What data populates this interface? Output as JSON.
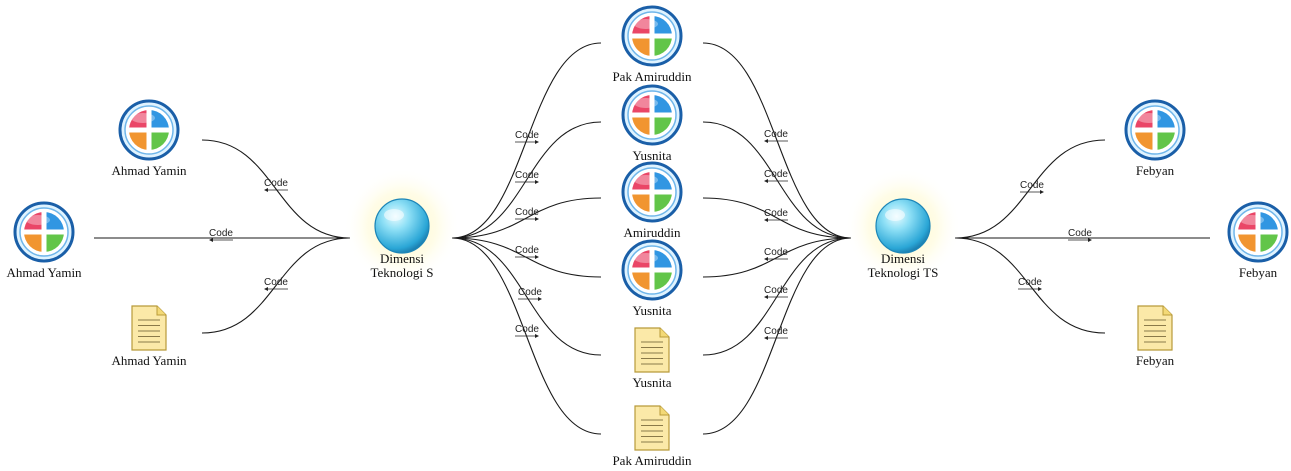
{
  "edge_label": "Code",
  "colors": {
    "hub_fill": "#5cc8ea",
    "hub_glow": "#fff7b0",
    "case_red": "#e8365a",
    "case_blue": "#1f8de0",
    "case_green": "#55c03a",
    "case_orange": "#f08c1e",
    "case_ring": "#1a5fa8",
    "doc_fill": "#fbe9a8",
    "doc_line": "#b89a3a"
  },
  "hubs": [
    {
      "id": "hub-s",
      "label_line1": "Dimensi",
      "label_line2": "Teknologi S"
    },
    {
      "id": "hub-ts",
      "label_line1": "Dimensi",
      "label_line2": "Teknologi TS"
    }
  ],
  "nodes": [
    {
      "id": "left-case-top",
      "kind": "case-icon",
      "label": "Ahmad Yamin"
    },
    {
      "id": "left-case-far",
      "kind": "case-icon",
      "label": "Ahmad Yamin"
    },
    {
      "id": "left-doc",
      "kind": "document-icon",
      "label": "Ahmad Yamin"
    },
    {
      "id": "mid-case-1",
      "kind": "case-icon",
      "label": "Pak Amiruddin"
    },
    {
      "id": "mid-case-2",
      "kind": "case-icon",
      "label": "Yusnita"
    },
    {
      "id": "mid-case-3",
      "kind": "case-icon",
      "label": "Amiruddin"
    },
    {
      "id": "mid-case-4",
      "kind": "case-icon",
      "label": "Yusnita"
    },
    {
      "id": "mid-doc-1",
      "kind": "document-icon",
      "label": "Yusnita"
    },
    {
      "id": "mid-doc-2",
      "kind": "document-icon",
      "label": "Pak Amiruddin"
    },
    {
      "id": "right-case-top",
      "kind": "case-icon",
      "label": "Febyan"
    },
    {
      "id": "right-case-far",
      "kind": "case-icon",
      "label": "Febyan"
    },
    {
      "id": "right-doc",
      "kind": "document-icon",
      "label": "Febyan"
    }
  ]
}
